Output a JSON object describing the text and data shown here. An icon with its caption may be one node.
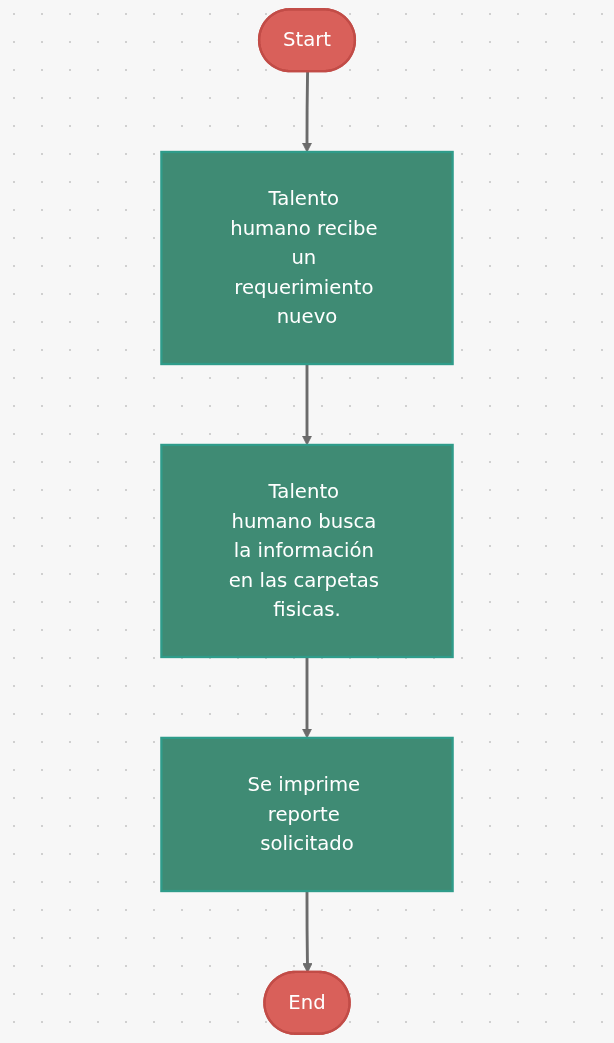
{
  "diagram": {
    "nodes": [
      {
        "text": [
          "Start"
        ]
      },
      {
        "text": [
          "Talento humano recibe un requerimiento nuevo"
        ]
      },
      {
        "text": [
          "Talento humano busca la información en las carpetas fisicas."
        ]
      },
      {
        "text": [
          "Se imprime reporte solicitado"
        ]
      },
      {
        "text": [
          "End"
        ]
      }
    ],
    "edges": [
      {
        "from": 0,
        "to": 1,
        "arrow": "to"
      },
      {
        "from": 1,
        "to": 2,
        "arrow": "to"
      },
      {
        "from": 2,
        "to": 3,
        "arrow": "to"
      },
      {
        "from": 3,
        "to": 4,
        "arrow": "to"
      }
    ]
  }
}
